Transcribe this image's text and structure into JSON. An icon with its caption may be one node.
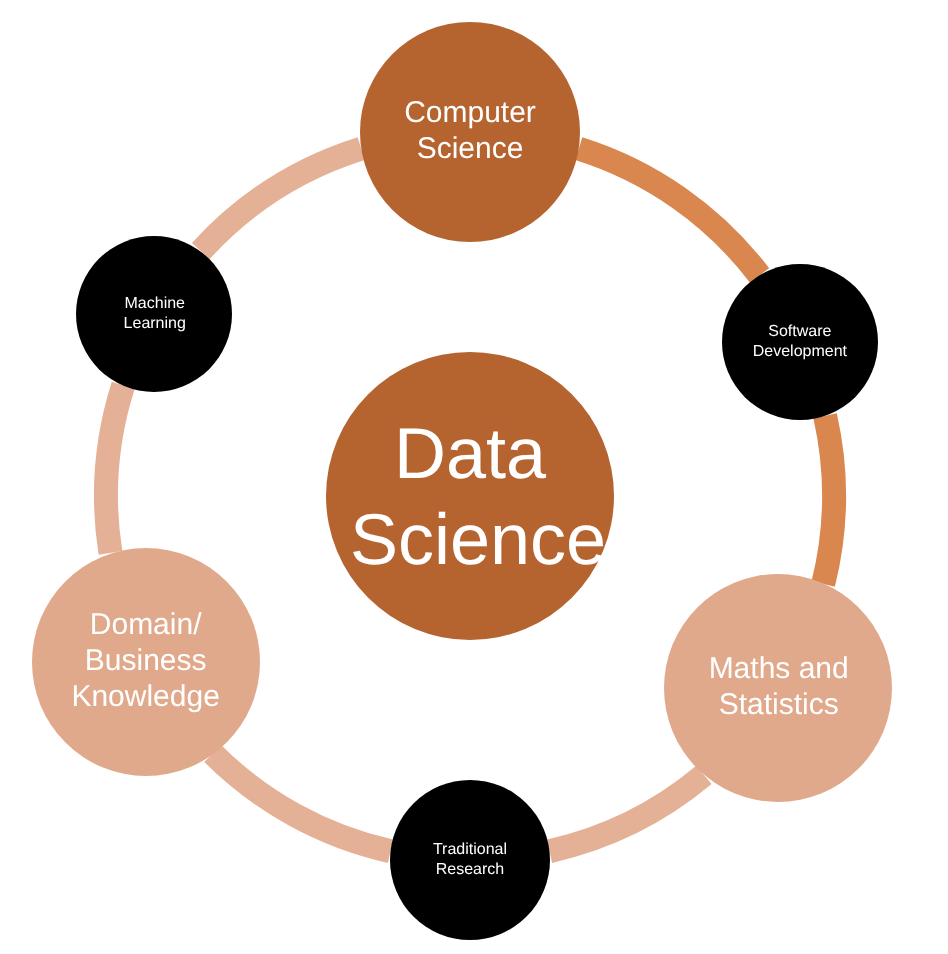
{
  "diagram": {
    "nodes": [
      {
        "text": [
          "Computer Science"
        ]
      },
      {
        "text": [
          "Machine Learning"
        ]
      },
      {
        "text": [
          "Software Development"
        ]
      },
      {
        "text": [
          "Data Science"
        ]
      },
      {
        "text": [
          "Domain/ Business Knowledge"
        ]
      },
      {
        "text": [
          "Maths and Statistics"
        ]
      },
      {
        "text": [
          "Traditional Research"
        ]
      }
    ],
    "edges": [
      {
        "from": 0,
        "to": 2,
        "arrow": "none",
        "color": "#d9874f"
      },
      {
        "from": 2,
        "to": 5,
        "arrow": "none",
        "color": "#d9874f"
      },
      {
        "from": 5,
        "to": 6,
        "arrow": "none"
      },
      {
        "from": 6,
        "to": 4,
        "arrow": "none"
      },
      {
        "from": 4,
        "to": 1,
        "arrow": "none"
      },
      {
        "from": 1,
        "to": 0,
        "arrow": "none"
      }
    ]
  }
}
